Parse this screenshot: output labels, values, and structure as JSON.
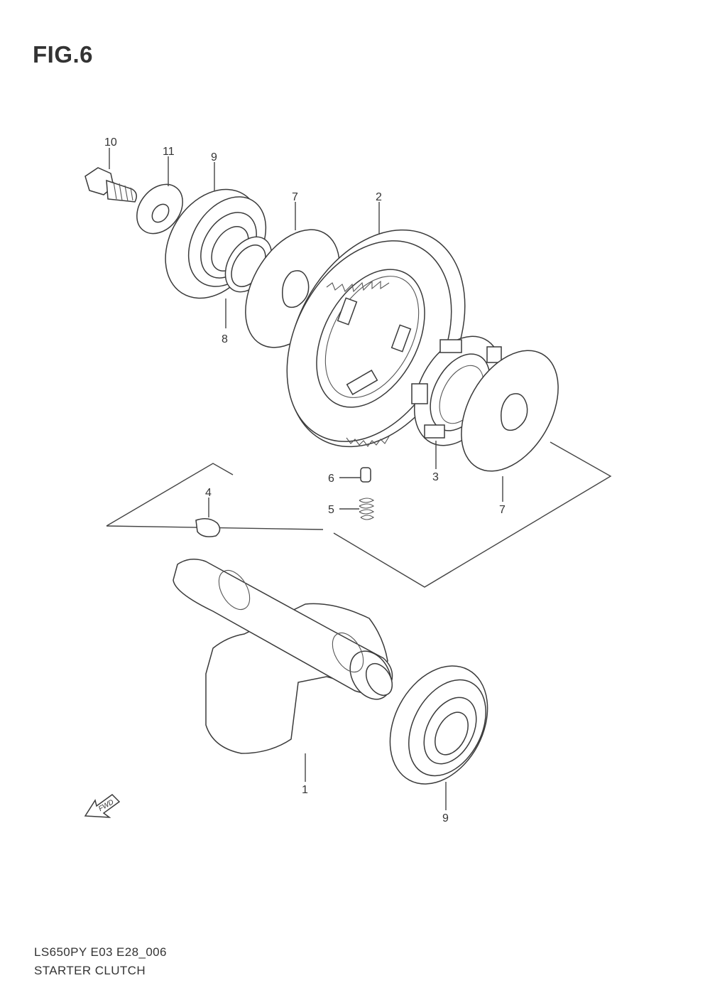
{
  "figure": {
    "title": "FIG.6"
  },
  "callouts": [
    {
      "id": "10",
      "label": "10"
    },
    {
      "id": "11",
      "label": "11"
    },
    {
      "id": "9a",
      "label": "9"
    },
    {
      "id": "7a",
      "label": "7"
    },
    {
      "id": "2",
      "label": "2"
    },
    {
      "id": "8",
      "label": "8"
    },
    {
      "id": "6",
      "label": "6"
    },
    {
      "id": "3",
      "label": "3"
    },
    {
      "id": "4",
      "label": "4"
    },
    {
      "id": "5",
      "label": "5"
    },
    {
      "id": "7b",
      "label": "7"
    },
    {
      "id": "1",
      "label": "1"
    },
    {
      "id": "9b",
      "label": "9"
    }
  ],
  "direction_marker": {
    "label": "FWD",
    "icon": "fwd-arrow-icon"
  },
  "footer": {
    "model_code": "LS650PY E03 E28_006",
    "section_name": "STARTER CLUTCH"
  }
}
